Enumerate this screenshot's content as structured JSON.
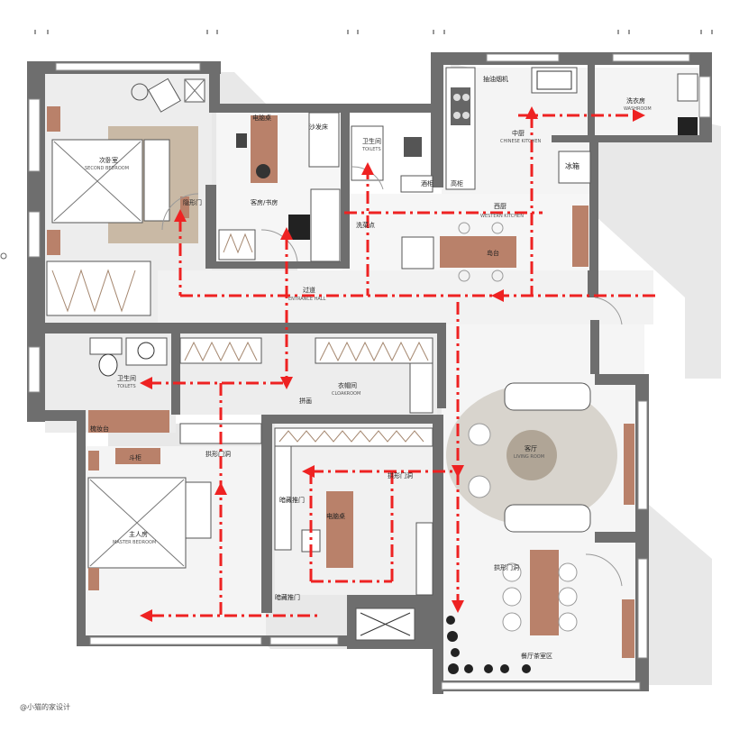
{
  "rooms": {
    "second_bedroom": {
      "name": "次卧室",
      "sub": "SECOND BEDROOM"
    },
    "guest_study": {
      "name": "客房/书房"
    },
    "toilet_top": {
      "name": "卫生间",
      "sub": "TOILETS"
    },
    "kitchen": {
      "name": "中厨",
      "sub": "CHINESE KITCHEN"
    },
    "laundry": {
      "name": "洗衣房",
      "sub": "WASHROOM"
    },
    "western_kitchen": {
      "name": "西厨",
      "sub": "WESTERN KITCHEN"
    },
    "island": {
      "name": "岛台"
    },
    "entrance": {
      "name": "过道",
      "sub": "ENTRANCE HALL"
    },
    "toilet_left": {
      "name": "卫生间",
      "sub": "TOILETS"
    },
    "cloakroom": {
      "name": "衣帽间",
      "sub": "CLOAKROOM"
    },
    "living": {
      "name": "客厅",
      "sub": "LIVING ROOM"
    },
    "master": {
      "name": "主人房",
      "sub": "MASTER BEDROOM"
    },
    "dining": {
      "name": "餐厅茶室区"
    }
  },
  "labels": {
    "computer_desk_top": "电脑桌",
    "sofa_bed": "沙发床",
    "range_hood": "抽油烟机",
    "fridge": "冰箱",
    "wine_cabinet": "酒柜",
    "tall_cabinet": "高柜",
    "washing_point": "洗菜点",
    "hidden_door_top": "隐形门",
    "screen": "拼画",
    "vanity": "梳妆台",
    "chest": "斗柜",
    "arch_door_master": "拱形门洞",
    "hidden_door_mid": "暗藏推门",
    "computer_desk_mid": "电脑桌",
    "arch_door_mid": "拱形门洞",
    "hidden_door_bottom": "暗藏推门",
    "arch_door_dining": "拱形门洞",
    "watermark": "@小猫的家设计"
  },
  "colors": {
    "route": "#ee2222",
    "wall": "#6e6e6e",
    "wood": "#b9816a",
    "floor_tan": "#c9b9a5"
  }
}
